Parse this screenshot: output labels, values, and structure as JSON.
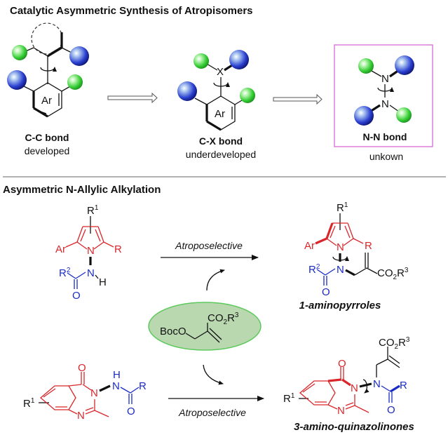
{
  "colors": {
    "red": "#d9262b",
    "blue": "#1a2bc4",
    "green_sphere": "#33cc33",
    "blue_sphere": "#1f2ec2",
    "box_border": "#d96bd6",
    "ellipse_fill": "#b9d8b0",
    "ellipse_stroke": "#5cc95c",
    "divider": "#999999"
  },
  "section1": {
    "title": "Catalytic Asymmetric Synthesis of Atropisomers",
    "panels": [
      {
        "bond_label": "C-C bond",
        "status": "developed",
        "ring_label": "Ar"
      },
      {
        "bond_label": "C-X bond",
        "status": "underdeveloped",
        "ring_label": "Ar",
        "atom_label": "X"
      },
      {
        "bond_label": "N-N bond",
        "status": "unkown",
        "atom_label_top": "N",
        "atom_label_bottom": "N",
        "highlighted": true
      }
    ]
  },
  "section2": {
    "title": "Asymmetric N-Allylic Alkylation",
    "reaction1": {
      "substrate": {
        "r1": "R",
        "r1_sup": "1",
        "ar": "Ar",
        "r": "R",
        "n_ring": "N",
        "n_amide": "N",
        "h": "H",
        "r2": "R",
        "r2_sup": "2",
        "o": "O"
      },
      "arrow_label": "Atroposelective",
      "product": {
        "r1": "R",
        "r1_sup": "1",
        "ar": "Ar",
        "r": "R",
        "n_ring": "N",
        "n_amide": "N",
        "r2": "R",
        "r2_sup": "2",
        "o": "O",
        "ester": "CO",
        "ester_sub": "2",
        "ester_r": "R",
        "ester_sup": "3",
        "name": "1-aminopyrroles"
      }
    },
    "reagent": {
      "boco": "BocO",
      "ester": "CO",
      "ester_sub": "2",
      "ester_r": "R",
      "ester_sup": "3"
    },
    "reaction2": {
      "substrate": {
        "r1": "R",
        "r1_sup": "1",
        "o_ketone": "O",
        "n3": "N",
        "n1": "N",
        "h": "H",
        "n_amide": "N",
        "r": "R",
        "o_amide": "O"
      },
      "arrow_label": "Atroposelective",
      "product": {
        "r1": "R",
        "r1_sup": "1",
        "o_ketone": "O",
        "n3": "N",
        "n1": "N",
        "n_amide": "N",
        "r": "R",
        "o_amide": "O",
        "ester": "CO",
        "ester_sub": "2",
        "ester_r": "R",
        "ester_sup": "3",
        "name": "3-amino-quinazolinones"
      }
    }
  }
}
